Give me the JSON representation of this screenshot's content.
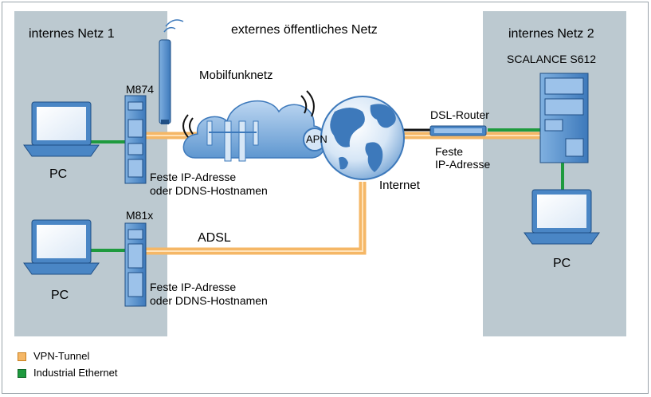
{
  "zones": {
    "internal_1": "internes Netz 1",
    "external": "externes öffentliches Netz",
    "internal_2": "internes Netz 2"
  },
  "devices": {
    "m874": "M874",
    "m81x": "M81x",
    "scalance": "SCALANCE S612",
    "dsl_router": "DSL-Router",
    "apn": "APN"
  },
  "clouds": {
    "mobile": "Mobilfunknetz",
    "internet": "Internet"
  },
  "links": {
    "adsl": "ADSL"
  },
  "notes": {
    "m874_line1": "Feste IP-Adresse",
    "m874_line2": "oder DDNS-Hostnamen",
    "m81x_line1": "Feste IP-Adresse",
    "m81x_line2": "oder DDNS-Hostnamen",
    "router_line1": "Feste",
    "router_line2": "IP-Adresse"
  },
  "pcs": {
    "pc1": "PC",
    "pc2": "PC",
    "pc3": "PC"
  },
  "legend": {
    "vpn": "VPN-Tunnel",
    "ethernet": "Industrial Ethernet"
  },
  "colors": {
    "zone": "#bcc9d0",
    "vpn": "#f5b766",
    "ethernet": "#1e9a3e",
    "device": "#4a86c5",
    "device_light": "#9cc2ea"
  }
}
